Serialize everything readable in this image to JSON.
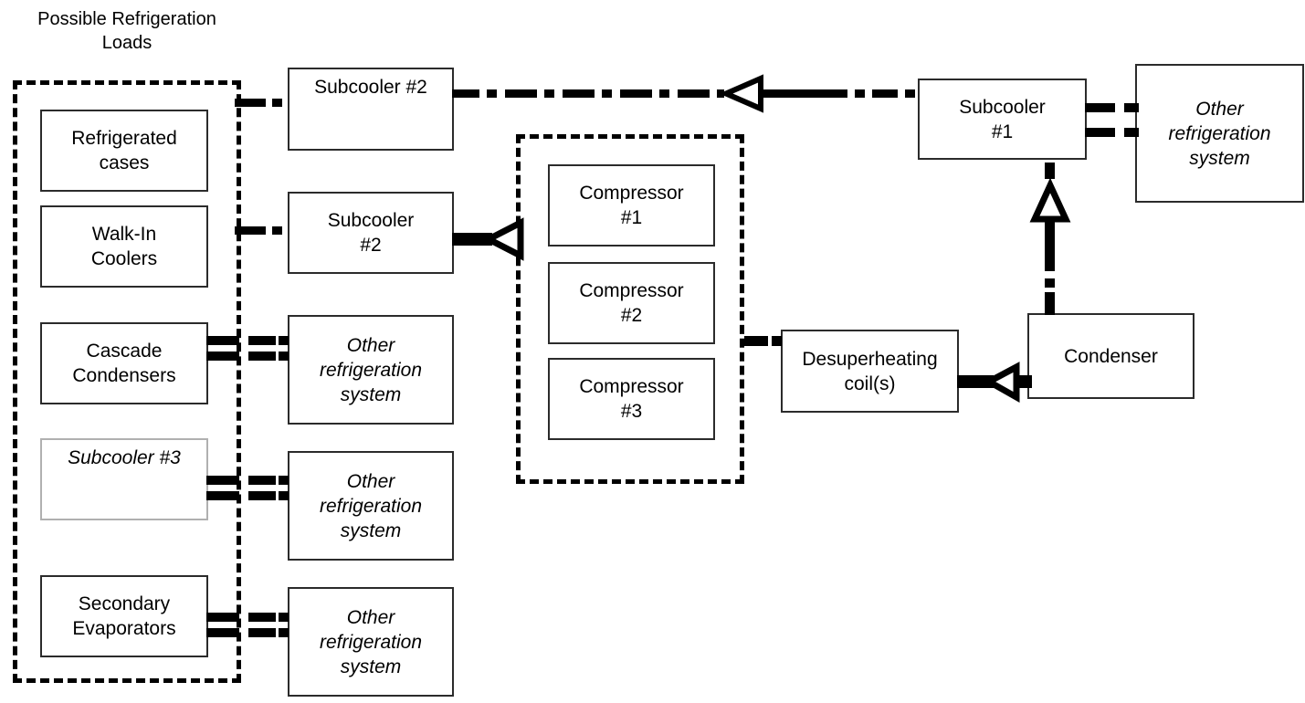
{
  "diagram": {
    "title": "Possible Refrigeration Loads",
    "accent_color": "#000000",
    "faint_border_color": "#b0b0b0",
    "loads_group_label": "Possible Refrigeration Loads",
    "loads": [
      {
        "id": "refrigerated-cases",
        "label": "Refrigerated\ncases"
      },
      {
        "id": "walk-in-coolers",
        "label": "Walk-In\nCoolers"
      },
      {
        "id": "cascade-condensers",
        "label": "Cascade\nCondensers"
      },
      {
        "id": "subcooler-3",
        "label": "Subcooler #3"
      },
      {
        "id": "secondary-evaporators",
        "label": "Secondary\nEvaporators"
      }
    ],
    "second_column": [
      {
        "id": "subcooler-2-top",
        "label": "Subcooler #2"
      },
      {
        "id": "subcooler-2-mid",
        "label": "Subcooler\n#2"
      },
      {
        "id": "other-refrigeration-system-1",
        "label": "Other\nrefrigeration\nsystem"
      },
      {
        "id": "other-refrigeration-system-2",
        "label": "Other\nrefrigeration\nsystem"
      },
      {
        "id": "other-refrigeration-system-3",
        "label": "Other\nrefrigeration\nsystem"
      }
    ],
    "compressors": [
      {
        "id": "compressor-1",
        "label": "Compressor\n#1"
      },
      {
        "id": "compressor-2",
        "label": "Compressor\n#2"
      },
      {
        "id": "compressor-3",
        "label": "Compressor\n#3"
      }
    ],
    "right_side": {
      "subcooler_1": "Subcooler\n#1",
      "other_refrigeration_system": "Other\nrefrigeration\nsystem",
      "desuperheating_coils": "Desuperheating\ncoil(s)",
      "condenser": "Condenser"
    }
  }
}
